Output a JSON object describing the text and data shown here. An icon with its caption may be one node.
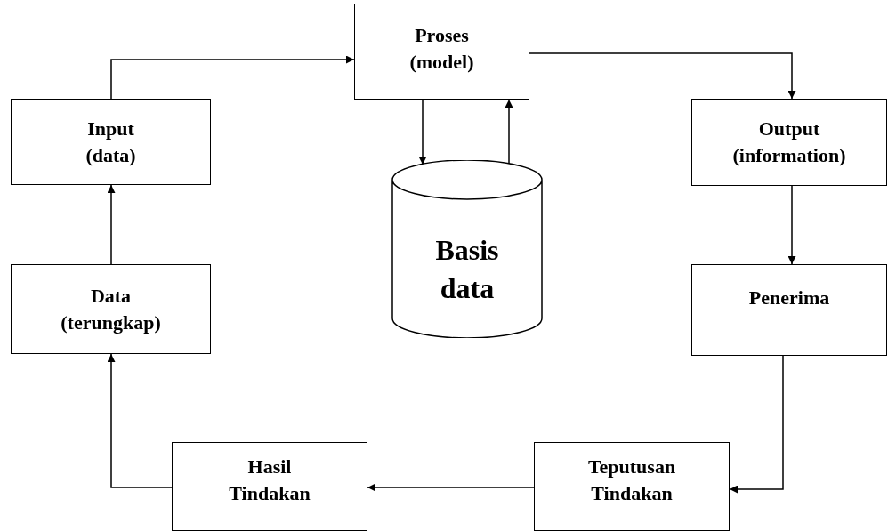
{
  "diagram": {
    "nodes": [
      {
        "text": [
          "Proses (model)"
        ]
      },
      {
        "text": [
          "Input (data)"
        ]
      },
      {
        "text": [
          "Output (information)"
        ]
      },
      {
        "text": [
          "Basis data"
        ]
      },
      {
        "text": [
          "Data (terungkap)"
        ]
      },
      {
        "text": [
          "Penerima"
        ]
      },
      {
        "text": [
          "Hasil Tindakan"
        ]
      },
      {
        "text": [
          "Teputusan Tindakan"
        ]
      }
    ],
    "edges": [
      {
        "from": 1,
        "to": 0,
        "arrow": "to"
      },
      {
        "from": 0,
        "to": 2,
        "arrow": "to"
      },
      {
        "from": 0,
        "to": 3,
        "arrow": "to"
      },
      {
        "from": 3,
        "to": 0,
        "arrow": "to"
      },
      {
        "from": 2,
        "to": 5,
        "arrow": "to"
      },
      {
        "from": 5,
        "to": 7,
        "arrow": "to"
      },
      {
        "from": 7,
        "to": 6,
        "arrow": "to"
      },
      {
        "from": 6,
        "to": 4,
        "arrow": "to"
      },
      {
        "from": 4,
        "to": 1,
        "arrow": "to"
      }
    ]
  }
}
